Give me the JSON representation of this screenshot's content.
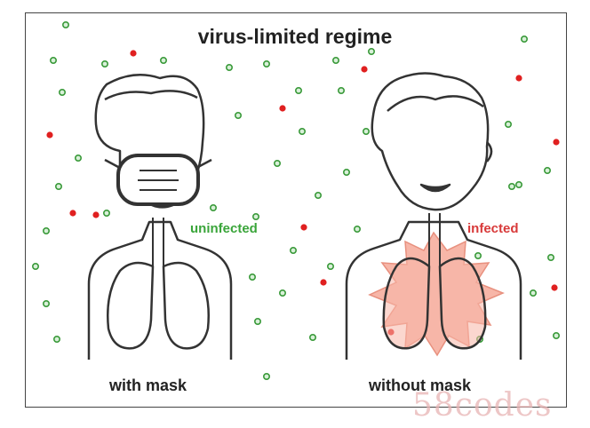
{
  "title": "virus-limited regime",
  "left": {
    "caption": "with mask",
    "status": "uninfected"
  },
  "right": {
    "caption": "without mask",
    "status": "infected"
  },
  "watermark": "58codes",
  "colors": {
    "healthy_particle": "#3a9a3a",
    "virus_particle": "#e02020",
    "infection_glow": "#f7b6a8",
    "outline": "#333333",
    "status_uninfected": "#3aa53a",
    "status_infected": "#d83a3a"
  }
}
